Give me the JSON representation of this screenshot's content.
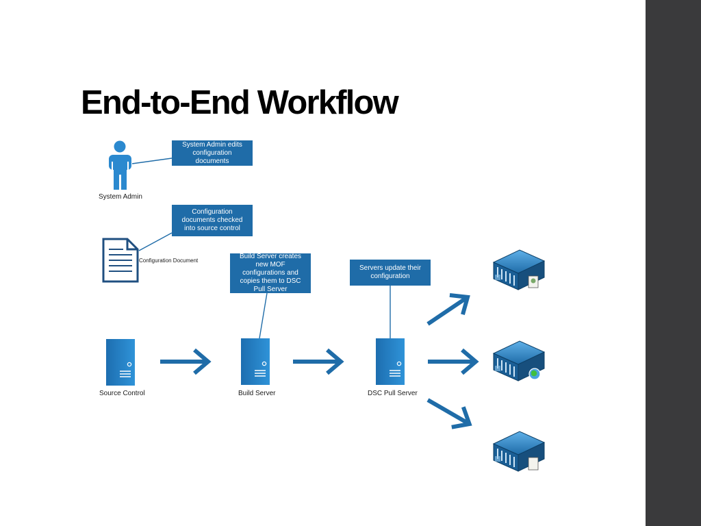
{
  "title": "End-to-End Workflow",
  "callouts": {
    "admin_edits": "System Admin edits configuration documents",
    "checked_in": "Configuration documents checked into source control",
    "build_creates": "Build Server creates new MOF configurations and copies them to DSC Pull Server",
    "servers_update": "Servers update their configuration"
  },
  "labels": {
    "system_admin": "System Admin",
    "config_document": "Configuration Document",
    "source_control": "Source Control",
    "build_server": "Build Server",
    "dsc_pull_server": "DSC Pull Server"
  },
  "icons": {
    "person": "person-icon",
    "document": "document-icon",
    "server": "server-tower-icon",
    "rack_server": "rack-server-icon",
    "arrow": "arrow-right-icon"
  },
  "colors": {
    "accent": "#1f6ca8",
    "sidebar": "#3a3a3c",
    "server_body": "#2b89cf"
  }
}
